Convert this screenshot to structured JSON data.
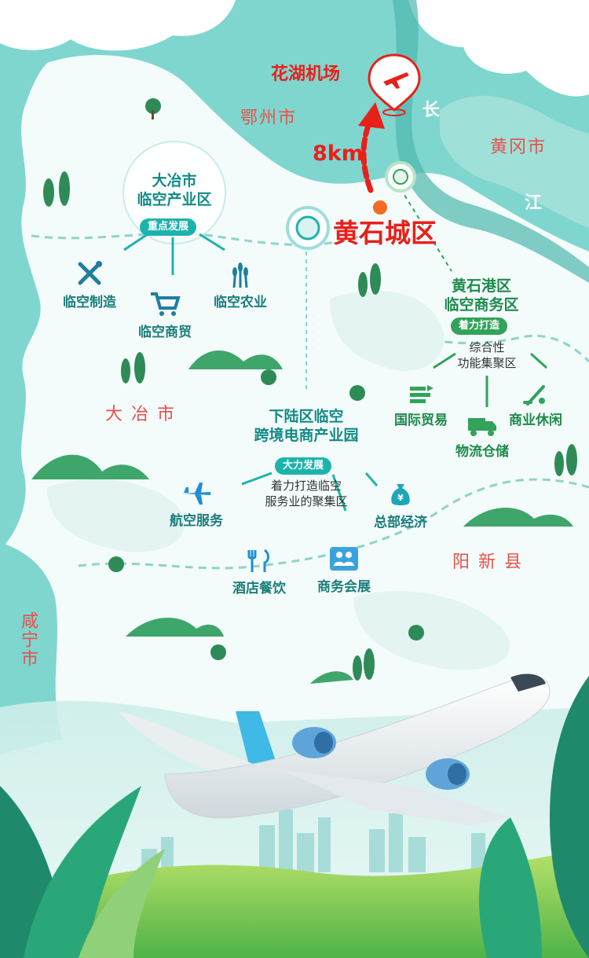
{
  "cities": {
    "ezhou": "鄂州市",
    "huanggang": "黄冈市",
    "daye": "大 冶 市",
    "yangxin": "阳 新 县",
    "xianning": "咸宁市"
  },
  "river": {
    "chang": "长",
    "jiang": "江"
  },
  "airport": {
    "name": "花湖机场",
    "distance": "8km"
  },
  "center": {
    "name": "黄石城区"
  },
  "zones": {
    "daye": {
      "title_line1": "大冶市",
      "title_line2": "临空产业区",
      "badge": "重点发展",
      "items": [
        {
          "label": "临空制造",
          "icon": "tools-icon"
        },
        {
          "label": "临空商贸",
          "icon": "shopping-cart-icon"
        },
        {
          "label": "临空农业",
          "icon": "wheat-icon"
        }
      ]
    },
    "port": {
      "title_line1": "黄石港区",
      "title_line2": "临空商务区",
      "badge": "着力打造",
      "subtitle_line1": "综合性",
      "subtitle_line2": "功能集聚区",
      "items": [
        {
          "label": "国际贸易",
          "icon": "trade-icon"
        },
        {
          "label": "物流仓储",
          "icon": "truck-icon"
        },
        {
          "label": "商业休闲",
          "icon": "golf-icon"
        }
      ]
    },
    "xialu": {
      "title_line1": "下陆区临空",
      "title_line2": "跨境电商产业园",
      "badge": "大力发展",
      "subtitle_line1": "着力打造临空",
      "subtitle_line2": "服务业的聚集区",
      "items": [
        {
          "label": "航空服务",
          "icon": "airplane-icon"
        },
        {
          "label": "酒店餐饮",
          "icon": "fork-knife-icon"
        },
        {
          "label": "商务会展",
          "icon": "meeting-icon"
        },
        {
          "label": "总部经济",
          "icon": "money-bag-icon"
        }
      ]
    }
  },
  "colors": {
    "water": "#7fd6cf",
    "land": "#f4fbfb",
    "teal": "#1db3ad",
    "green": "#31a35a",
    "red": "#e8201a"
  }
}
